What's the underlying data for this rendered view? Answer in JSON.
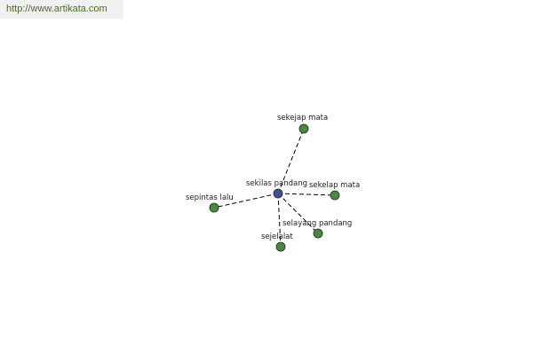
{
  "watermark": {
    "url": "http://www.artikata.com"
  },
  "colors": {
    "center_node": "#3f4f9a",
    "leaf_node": "#4a8a3e",
    "node_stroke": "#1e2a1a",
    "edge": "#000000"
  },
  "graph": {
    "center": {
      "id": "sekilas-pandang",
      "label": "sekilas pandang"
    },
    "leaves": [
      {
        "id": "sekejap-mata",
        "label": "sekejap mata"
      },
      {
        "id": "sekelap-mata",
        "label": "sekelap mata"
      },
      {
        "id": "selayang-pandang",
        "label": "selayang pandang"
      },
      {
        "id": "sejelalat",
        "label": "sejelalat"
      },
      {
        "id": "sepintas-lalu",
        "label": "sepintas lalu"
      }
    ]
  }
}
